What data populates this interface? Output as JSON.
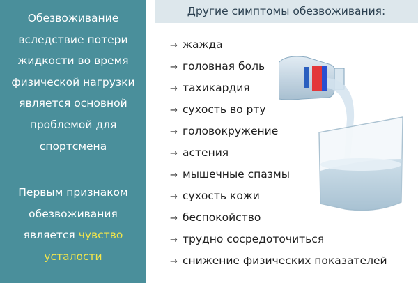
{
  "left_panel": {
    "paragraph1": [
      "Обезвоживание",
      "вследствие потери",
      "жидкости во время",
      "физической нагрузки",
      "является основной",
      "проблемой для",
      "спортсмена"
    ],
    "paragraph2": {
      "line1": "Первым признаком",
      "line2": "обезвоживания",
      "line3_prefix": "является ",
      "line3_highlight": "чувство",
      "line4_highlight": "усталости"
    },
    "colors": {
      "background": "#4a8f9b",
      "text": "#ffffff",
      "highlight": "#f3e64b"
    }
  },
  "right_panel": {
    "title": "Другие симптомы обезвоживания:",
    "symptoms": [
      "жажда",
      "головная боль",
      "тахикардия",
      "сухость во рту",
      "головокружение",
      "астения",
      "мышечные спазмы",
      "сухость кожи",
      "беспокойство",
      "трудно сосредоточиться",
      "снижение физических показателей"
    ],
    "bullet": "→",
    "illustration": "water-bottle-pouring-into-glass"
  }
}
